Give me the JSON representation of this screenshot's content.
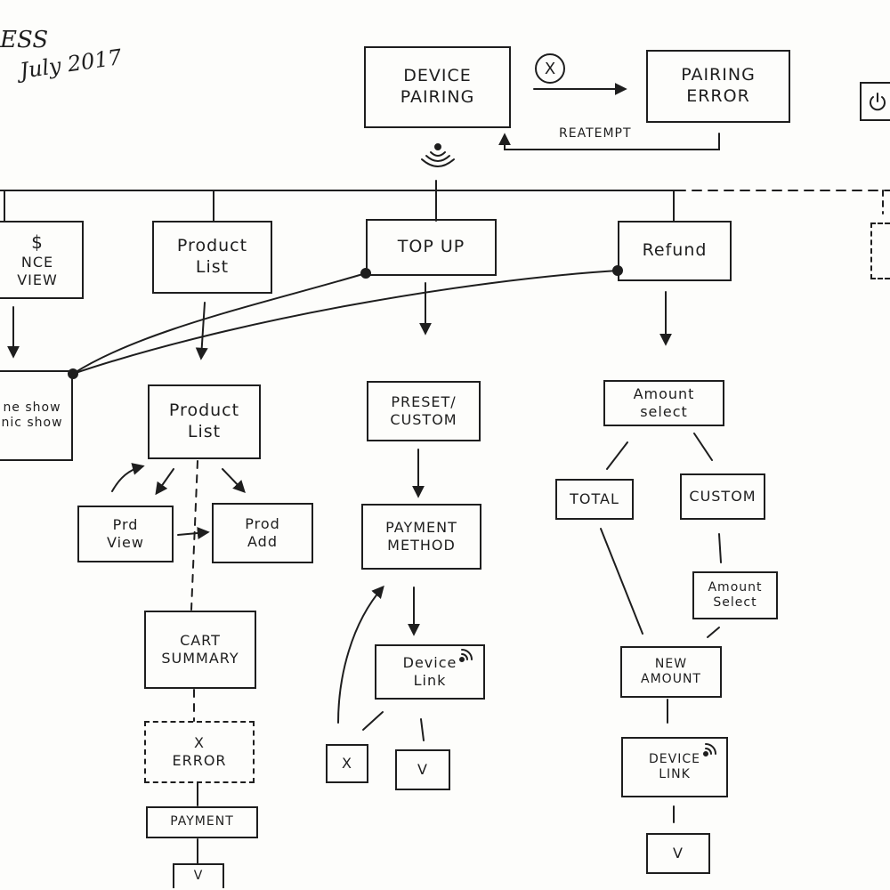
{
  "header": {
    "project": "ESS",
    "date": "July 2017"
  },
  "nodes": {
    "device_pairing": "DEVICE\nPAIRING",
    "pairing_error": "PAIRING\nERROR",
    "balance_view_symbol": "$",
    "balance_view": "NCE\nVIEW",
    "product_list_menu": "Product\nList",
    "top_up": "TOP UP",
    "refund": "Refund",
    "balance_show": "ne show\nnic show",
    "product_list": "Product\nList",
    "prod_view": "Prd\nView",
    "prod_add": "Prod\nAdd",
    "cart_summary": "CART\nSUMMARY",
    "cart_error": "X\nERROR",
    "payment": "PAYMENT",
    "preset_custom": "PRESET/\nCUSTOM",
    "payment_method": "PAYMENT\nMETHOD",
    "device_link_topup": "Device\nLink",
    "fail_mark": "X",
    "success_mark_topup": "V",
    "amount_select_refund": "Amount\nselect",
    "total": "TOTAL",
    "custom": "CUSTOM",
    "amount_select_custom": "Amount\nSelect",
    "new_amount": "NEW\nAMOUNT",
    "device_link_refund": "DEVICE\nLINK",
    "success_mark_refund": "V",
    "success_mark_payment": "V"
  },
  "edges": {
    "pairing_fail_symbol": "X",
    "reattempt": "REATEMPT"
  },
  "icons": [
    "wireless-signal-icon",
    "power-icon",
    "nfc-signal-icon"
  ]
}
